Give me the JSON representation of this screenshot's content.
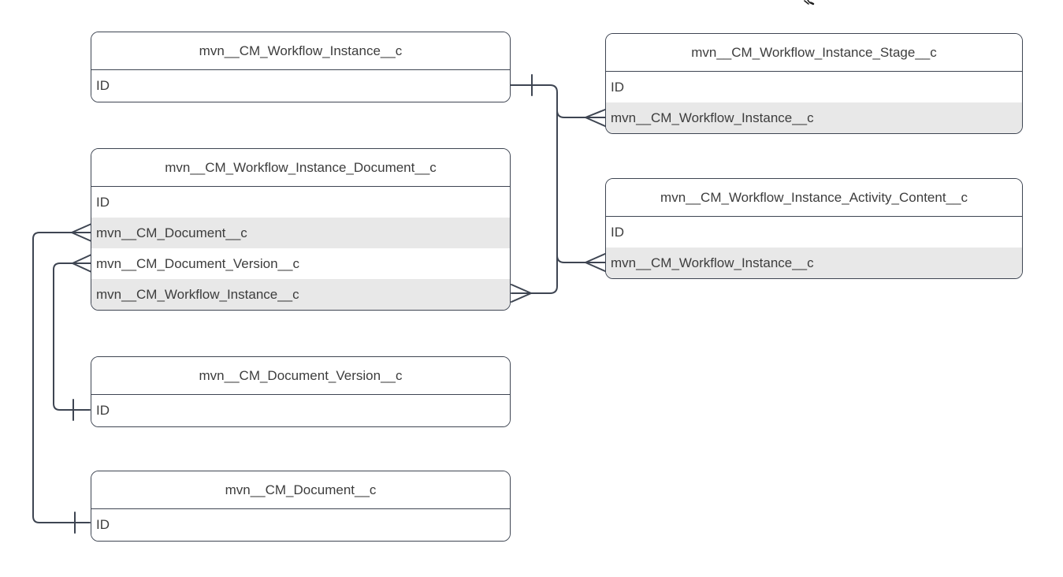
{
  "diagram": {
    "type": "entity-relationship-diagram",
    "notation": "crows-foot",
    "colors": {
      "line": "#3e4552",
      "row_shade": "#e8e8e8",
      "text": "#3d3d3d",
      "background": "#ffffff"
    },
    "entities": [
      {
        "title": "mvn__CM_Workflow_Instance__c",
        "fields": [
          {
            "name": "ID"
          }
        ]
      },
      {
        "title": "mvn__CM_Workflow_Instance_Stage__c",
        "fields": [
          {
            "name": "ID"
          },
          {
            "name": "mvn__CM_Workflow_Instance__c"
          }
        ]
      },
      {
        "title": "mvn__CM_Workflow_Instance_Document__c",
        "fields": [
          {
            "name": "ID"
          },
          {
            "name": "mvn__CM_Document__c"
          },
          {
            "name": "mvn__CM_Document_Version__c"
          },
          {
            "name": "mvn__CM_Workflow_Instance__c"
          }
        ]
      },
      {
        "title": "mvn__CM_Workflow_Instance_Activity_Content__c",
        "fields": [
          {
            "name": "ID"
          },
          {
            "name": "mvn__CM_Workflow_Instance__c"
          }
        ]
      },
      {
        "title": "mvn__CM_Document_Version__c",
        "fields": [
          {
            "name": "ID"
          }
        ]
      },
      {
        "title": "mvn__CM_Document__c",
        "fields": [
          {
            "name": "ID"
          }
        ]
      }
    ],
    "relationships": [
      {
        "from": "mvn__CM_Workflow_Instance__c.ID",
        "to": "mvn__CM_Workflow_Instance_Stage__c.mvn__CM_Workflow_Instance__c",
        "cardinality": "one-to-many"
      },
      {
        "from": "mvn__CM_Workflow_Instance__c.ID",
        "to": "mvn__CM_Workflow_Instance_Activity_Content__c.mvn__CM_Workflow_Instance__c",
        "cardinality": "one-to-many"
      },
      {
        "from": "mvn__CM_Workflow_Instance__c.ID",
        "to": "mvn__CM_Workflow_Instance_Document__c.mvn__CM_Workflow_Instance__c",
        "cardinality": "one-to-many"
      },
      {
        "from": "mvn__CM_Document_Version__c.ID",
        "to": "mvn__CM_Workflow_Instance_Document__c.mvn__CM_Document_Version__c",
        "cardinality": "one-to-many"
      },
      {
        "from": "mvn__CM_Document__c.ID",
        "to": "mvn__CM_Workflow_Instance_Document__c.mvn__CM_Document__c",
        "cardinality": "one-to-many"
      }
    ]
  }
}
